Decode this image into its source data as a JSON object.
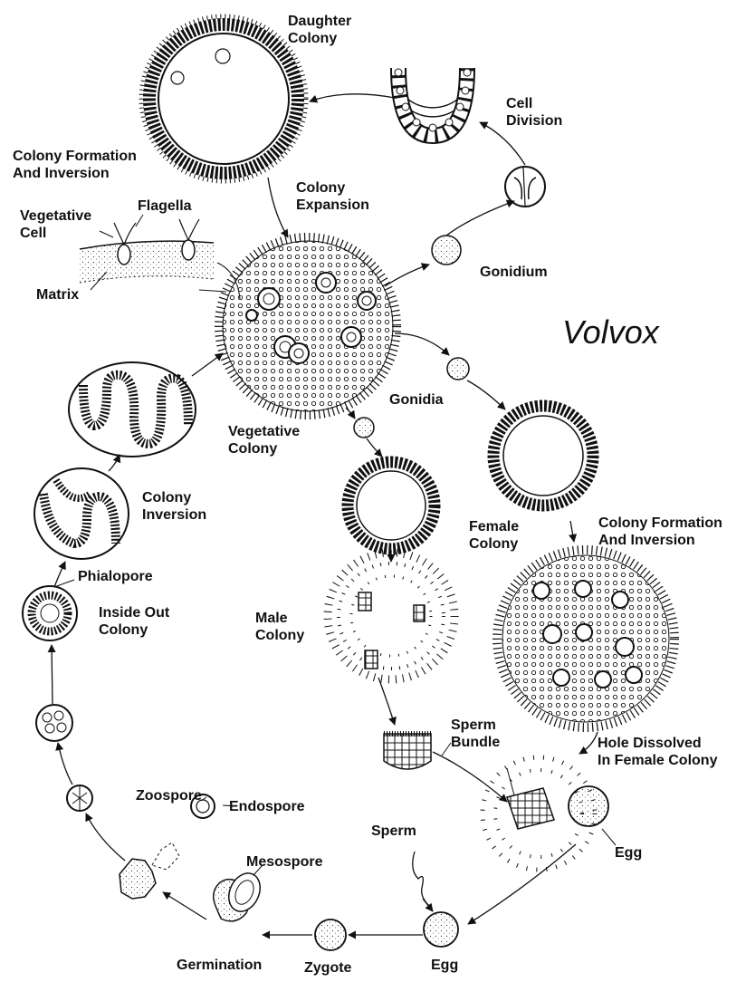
{
  "title": "Volvox",
  "labels": {
    "daughter_colony": "Daughter\nColony",
    "cell_division": "Cell\nDivision",
    "colony_formation_top": "Colony Formation\nAnd Inversion",
    "colony_expansion": "Colony\nExpansion",
    "flagella": "Flagella",
    "vegetative_cell": "Vegetative\nCell",
    "matrix": "Matrix",
    "gonidium": "Gonidium",
    "gonidia": "Gonidia",
    "vegetative_colony": "Vegetative\nColony",
    "colony_inversion": "Colony\nInversion",
    "female_colony": "Female\nColony",
    "colony_formation_right": "Colony Formation\nAnd Inversion",
    "phialopore": "Phialopore",
    "inside_out_colony": "Inside Out\nColony",
    "male_colony": "Male\nColony",
    "sperm_bundle": "Sperm\nBundle",
    "hole_dissolved": "Hole Dissolved\nIn Female Colony",
    "zoospore": "Zoospore",
    "endospore": "Endospore",
    "sperm": "Sperm",
    "egg_upper": "Egg",
    "mesospore": "Mesospore",
    "germination": "Germination",
    "zygote": "Zygote",
    "egg_lower": "Egg"
  },
  "colors": {
    "ink": "#111111",
    "paper": "#ffffff",
    "fill_light": "#f4f4f4"
  }
}
